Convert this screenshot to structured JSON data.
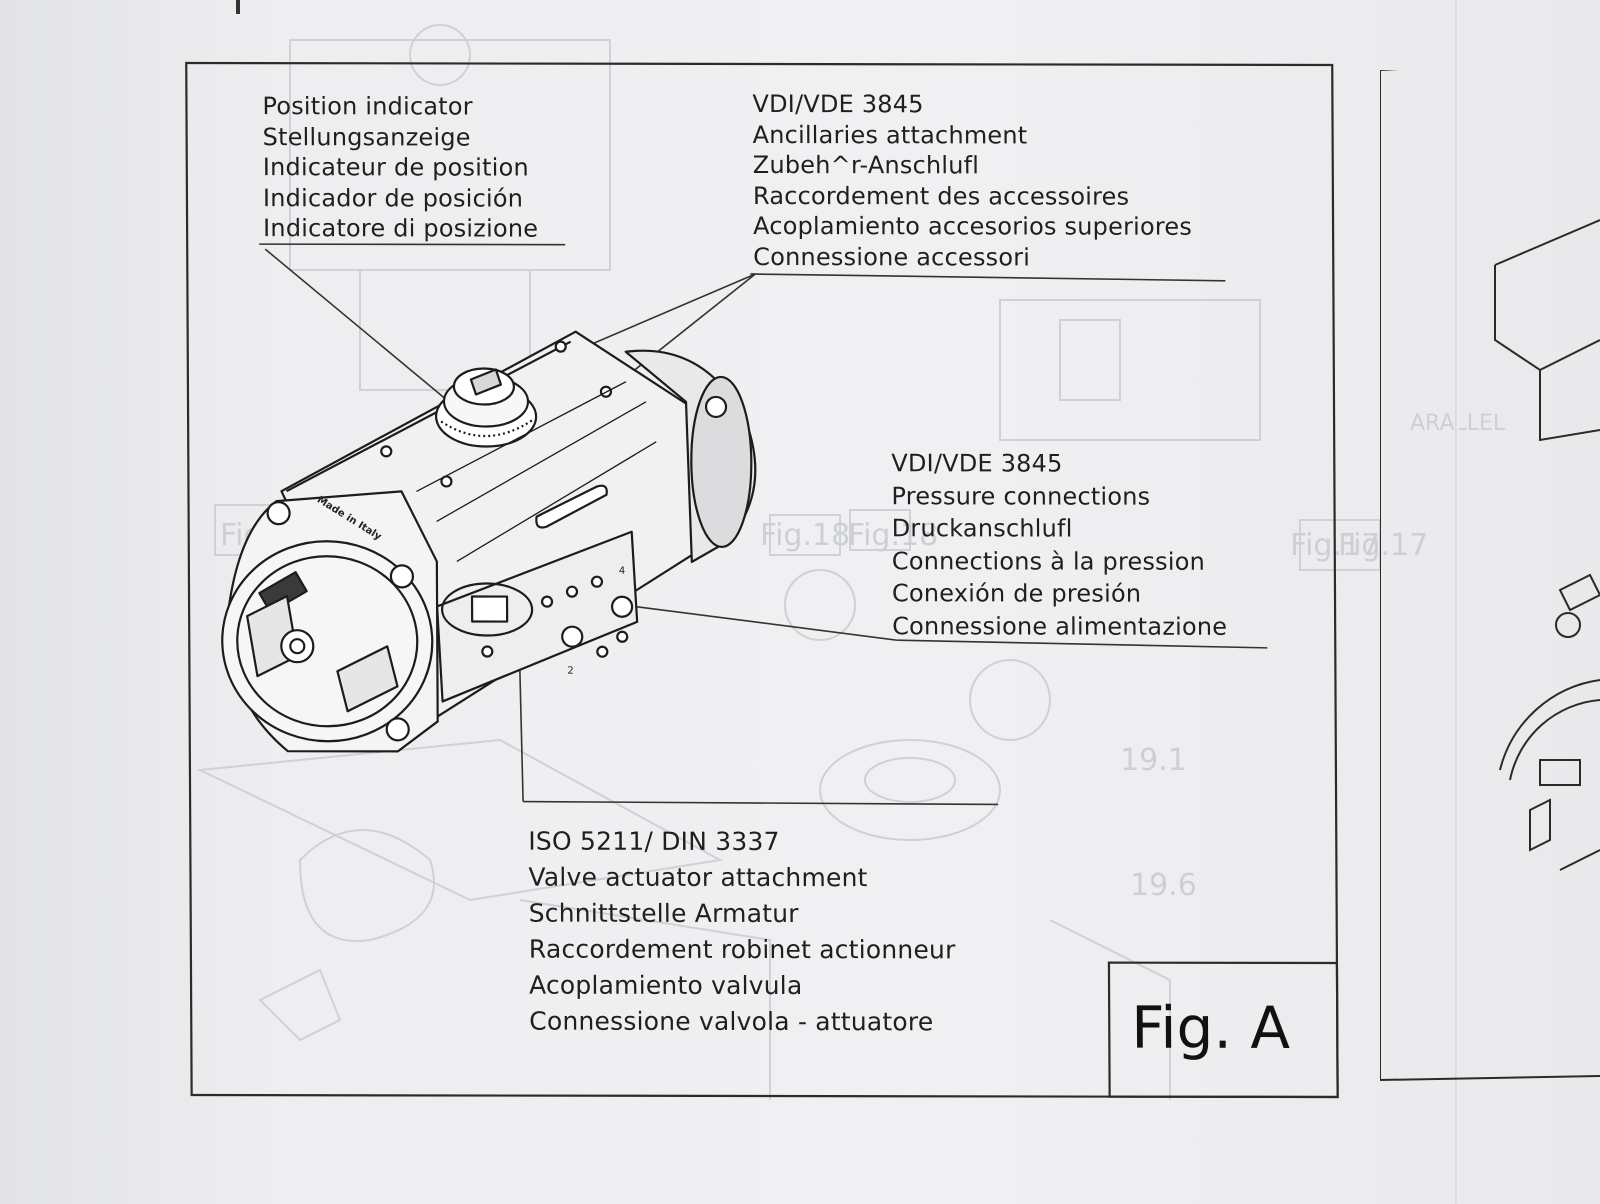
{
  "page": {
    "figure_label": "Fig. A",
    "ghost_labels": [
      "Fig.19",
      "Fig.18",
      "Fig.18",
      "Fig.17",
      "Fig.17",
      "19.1",
      "19.6",
      "ARALLEL"
    ]
  },
  "callouts": {
    "position_indicator": {
      "lines": [
        "Position indicator",
        "Stellungsanzeige",
        "Indicateur de position",
        "Indicador de posición",
        "Indicatore di posizione"
      ]
    },
    "ancillaries": {
      "lines": [
        "VDI/VDE 3845",
        "Ancillaries attachment",
        "Zubeh^r-Anschlufl",
        "Raccordement des accessoires",
        "Acoplamiento accesorios superiores",
        "Connessione accessori"
      ]
    },
    "pressure": {
      "lines": [
        "VDI/VDE 3845",
        "Pressure connections",
        "Druckanschlufl",
        "Connections à la pression",
        "Conexión de presión",
        "Connessione alimentazione"
      ]
    },
    "valve": {
      "lines": [
        "ISO 5211/ DIN 3337",
        "Valve actuator attachment",
        "Schnittstelle Armatur",
        "Raccordement robinet actionneur",
        "Acoplamiento valvula",
        "Connessione valvola - attuatore"
      ]
    }
  },
  "actuator": {
    "body_text": "Made in Italy",
    "port_numbers": [
      "4",
      "2"
    ]
  },
  "colors": {
    "paper": "#ebebec",
    "ink": "#1f1f1f",
    "ghost": "#cfd0d2"
  }
}
